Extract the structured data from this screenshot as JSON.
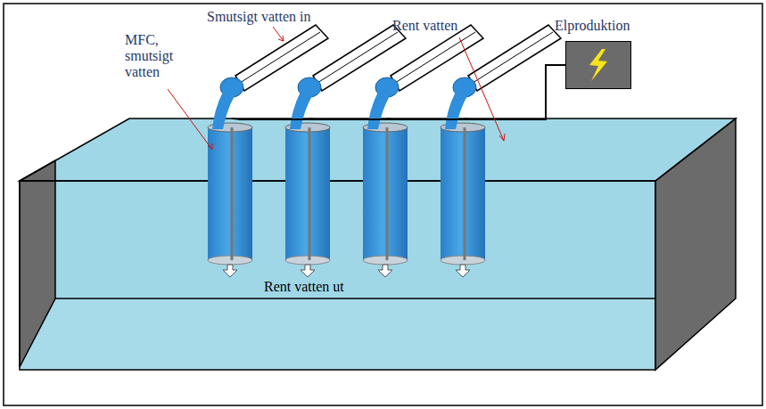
{
  "diagram": {
    "nodes": [
      {
        "text": [
          "Elproduktion"
        ]
      }
    ],
    "labels": [
      "MFC, smutsigt vatten",
      "Smutsigt vatten in",
      "Rent vatten",
      "Rent vatten ut"
    ]
  }
}
